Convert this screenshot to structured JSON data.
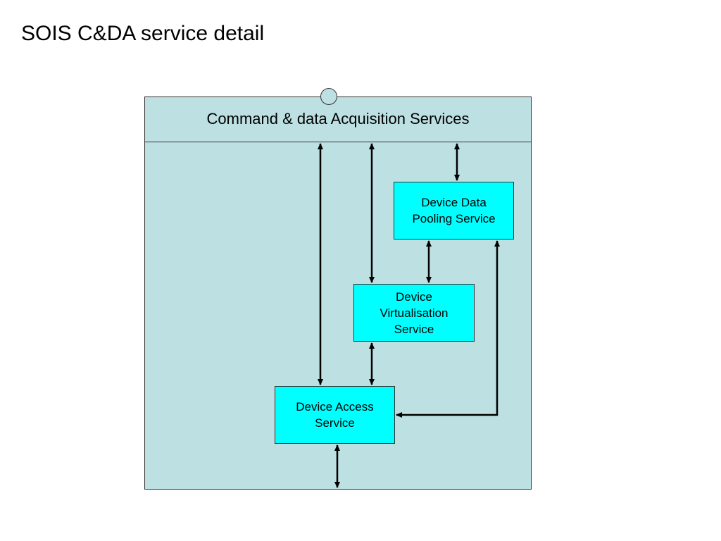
{
  "slide": {
    "title": "SOIS C&DA service detail"
  },
  "diagram": {
    "header": "Command & data Acquisition Services",
    "services": {
      "pooling": "Device Data\nPooling Service",
      "virtualisation": "Device\nVirtualisation\nService",
      "access": "Device Access\nService"
    },
    "colors": {
      "container_fill": "#bde0e3",
      "service_fill": "#00ffff",
      "line": "#000000"
    }
  }
}
